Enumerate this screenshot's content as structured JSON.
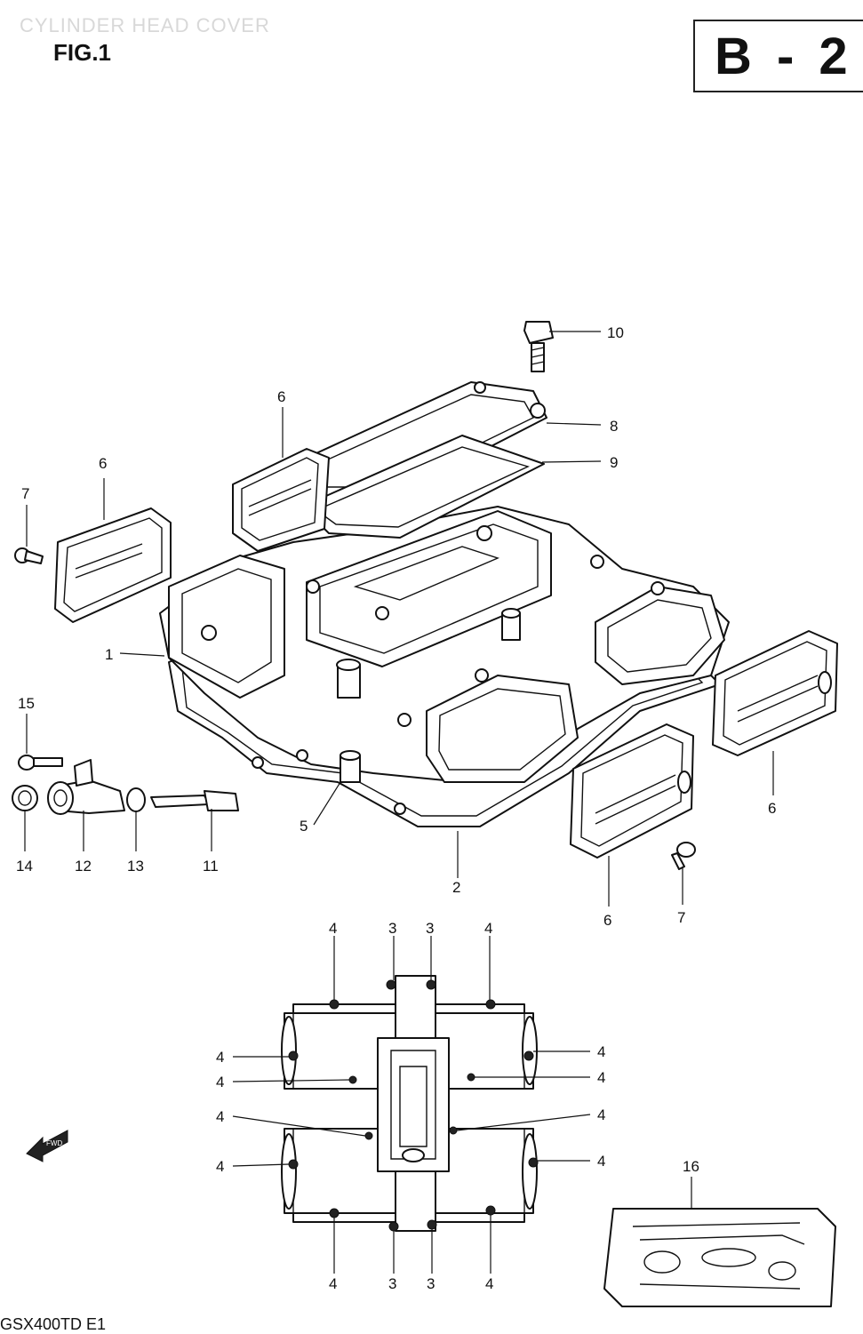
{
  "header": {
    "faint_title": "CYLINDER HEAD COVER",
    "figure_label": "FIG.1",
    "section_code": "B - 2"
  },
  "footer": {
    "model_code": "GSX400TD E1"
  },
  "callouts": {
    "c10": "10",
    "c8": "8",
    "c9": "9",
    "c6a": "6",
    "c6b": "6",
    "c6c": "6",
    "c6d": "6",
    "c7a": "7",
    "c7b": "7",
    "c1": "1",
    "c15": "15",
    "c5": "5",
    "c2": "2",
    "c14": "14",
    "c12": "12",
    "c13": "13",
    "c11": "11",
    "b4_tl": "4",
    "b3_t1": "3",
    "b3_t2": "3",
    "b4_tr": "4",
    "b4_l1": "4",
    "b4_l2": "4",
    "b4_l3": "4",
    "b4_l4": "4",
    "b4_r1": "4",
    "b4_r2": "4",
    "b4_r3": "4",
    "b4_r4": "4",
    "b4_bl": "4",
    "b3_b1": "3",
    "b3_b2": "3",
    "b4_br": "4",
    "c16": "16"
  },
  "icons": {
    "front_arrow": "front-arrow-icon"
  },
  "front_arrow_text": "FWD"
}
